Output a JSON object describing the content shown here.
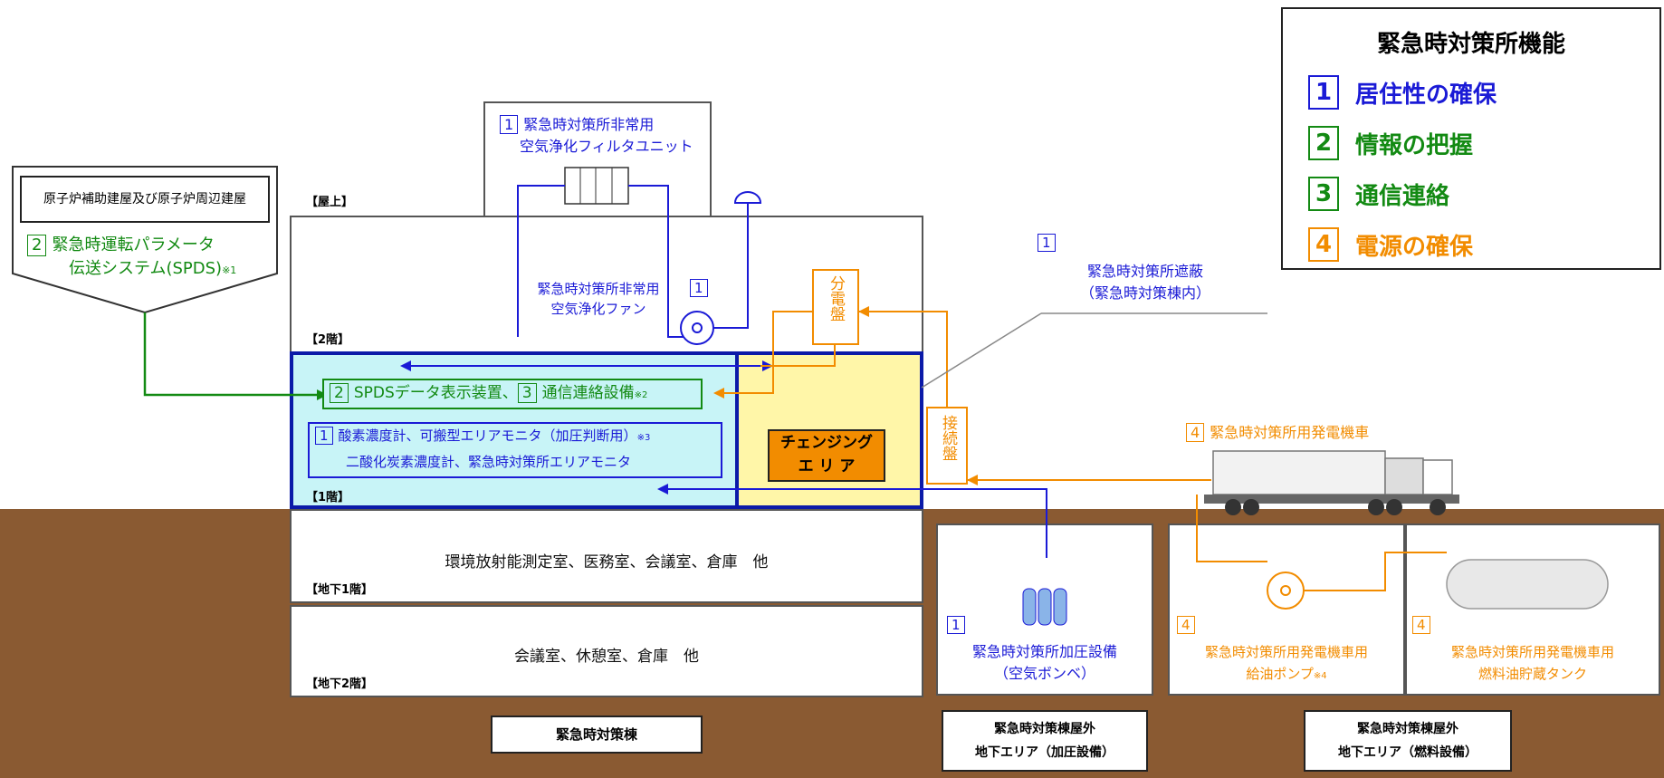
{
  "legend": {
    "title": "緊急時対策所機能",
    "items": [
      {
        "num": "1",
        "label": "居住性の確保",
        "color": "#1a1ad6"
      },
      {
        "num": "2",
        "label": "情報の把握",
        "color": "#138a13"
      },
      {
        "num": "3",
        "label": "通信連絡",
        "color": "#138a13"
      },
      {
        "num": "4",
        "label": "電源の確保",
        "color": "#f28c00"
      }
    ]
  },
  "aux_building": {
    "title": "原子炉補助建屋及び原子炉周辺建屋",
    "num": "2",
    "label_line1": "緊急時運転パラメータ",
    "label_line2": "伝送システム(SPDS)",
    "note": "※1"
  },
  "floors": {
    "roof": "【屋上】",
    "f2": "【2階】",
    "f1": "【1階】",
    "b1": "【地下1階】",
    "b2": "【地下2階】"
  },
  "filter_unit": {
    "num": "1",
    "line1": "緊急時対策所非常用",
    "line2": "空気浄化フィルタユニット"
  },
  "fan": {
    "num": "1",
    "line1": "緊急時対策所非常用",
    "line2": "空気浄化ファン"
  },
  "spds_display": {
    "num1": "2",
    "text1": "SPDSデータ表示装置、",
    "num2": "3",
    "text2": "通信連絡設備",
    "note": "※2"
  },
  "monitors": {
    "num": "1",
    "line1": "酸素濃度計、可搬型エリアモニタ（加圧判断用）",
    "note": "※3",
    "line2": "二酸化炭素濃度計、緊急時対策所エリアモニタ"
  },
  "changing_area": {
    "line1": "チェンジング",
    "line2": "エ リ ア"
  },
  "distribution_panel": "分電盤",
  "connection_panel": "接続盤",
  "shielding": {
    "num": "1",
    "line1": "緊急時対策所遮蔽",
    "line2": "（緊急時対策棟内）"
  },
  "generator_truck": {
    "num": "4",
    "label": "緊急時対策所用発電機車"
  },
  "b1_rooms": "環境放射能測定室、医務室、会議室、倉庫　他",
  "b2_rooms": "会議室、休憩室、倉庫　他",
  "pressurization": {
    "num": "1",
    "line1": "緊急時対策所加圧設備",
    "line2": "（空気ボンベ）"
  },
  "fuel_pump": {
    "num": "4",
    "line1": "緊急時対策所用発電機車用",
    "line2": "給油ポンプ",
    "note": "※4"
  },
  "fuel_tank": {
    "num": "4",
    "line1": "緊急時対策所用発電機車用",
    "line2": "燃料油貯蔵タンク"
  },
  "bottom_labels": {
    "building": "緊急時対策棟",
    "press_area_line1": "緊急時対策棟屋外",
    "press_area_line2": "地下エリア（加圧設備）",
    "fuel_area_line1": "緊急時対策棟屋外",
    "fuel_area_line2": "地下エリア（燃料設備）"
  },
  "colors": {
    "blue": "#1a1ad6",
    "green": "#138a13",
    "orange": "#f28c00",
    "ground": "#8a5a32",
    "cyan": "#c8f4f7",
    "yellow": "#fff6a8"
  }
}
